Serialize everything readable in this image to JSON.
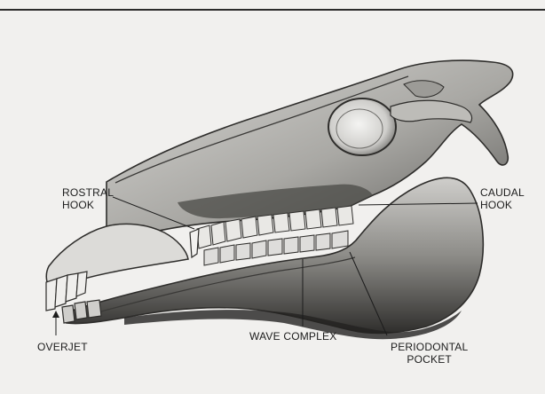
{
  "labels": {
    "rostral_hook": [
      "ROSTRAL",
      "HOOK"
    ],
    "caudal_hook": [
      "CAUDAL",
      "HOOK"
    ],
    "overjet": "OVERJET",
    "wave_complex": "WAVE COMPLEX",
    "periodontal_pocket": [
      "PERIODONTAL",
      "POCKET"
    ]
  },
  "colors": {
    "background": "#f1f0ee",
    "ink": "#1c1c1c",
    "bone_light": "#e6e5e2",
    "bone_shade": "#6f6e6b",
    "bone_dark": "#2e2d2b"
  },
  "subject": "horse-skull-lateral-view"
}
